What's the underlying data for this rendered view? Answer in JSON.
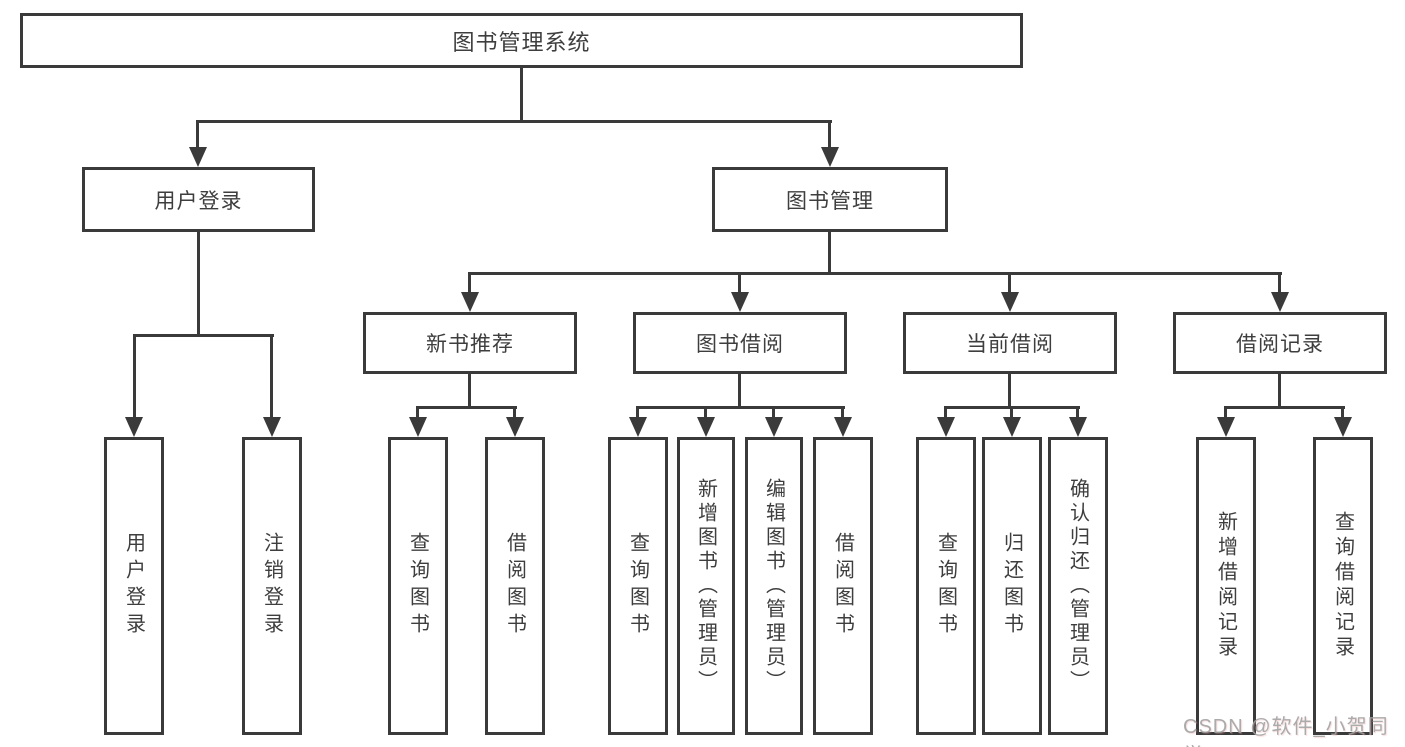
{
  "tree": {
    "root": "图书管理系统",
    "branches": [
      {
        "label": "用户登录",
        "leaves": [
          "用户登录",
          "注销登录"
        ]
      },
      {
        "label": "图书管理",
        "sections": [
          {
            "label": "新书推荐",
            "leaves": [
              "查询图书",
              "借阅图书"
            ]
          },
          {
            "label": "图书借阅",
            "leaves": [
              "查询图书",
              "新增图书（管理员）",
              "编辑图书（管理员）",
              "借阅图书"
            ]
          },
          {
            "label": "当前借阅",
            "leaves": [
              "查询图书",
              "归还图书",
              "确认归还（管理员）"
            ]
          },
          {
            "label": "借阅记录",
            "leaves": [
              "新增借阅记录",
              "查询借阅记录"
            ]
          }
        ]
      }
    ]
  },
  "watermark": "CSDN @软件_小贺同学",
  "colors": {
    "line": "#3a3a3a",
    "text": "#3e3e3e",
    "background": "#ffffff",
    "watermark": "#a2a2a2"
  }
}
